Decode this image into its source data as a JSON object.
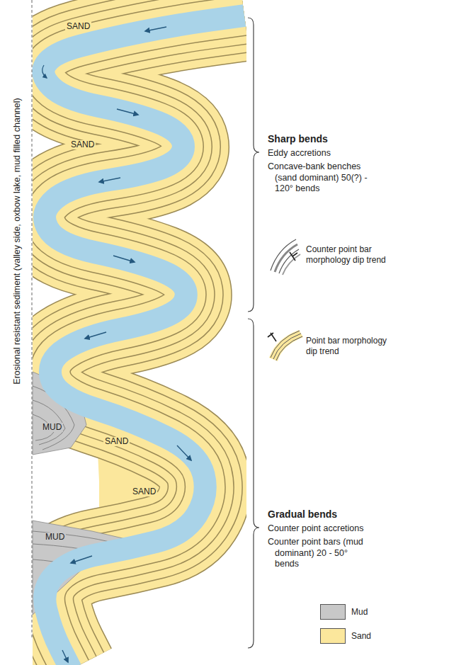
{
  "diagram": {
    "labels": [
      "SAND",
      "SAND",
      "MUD",
      "SAND",
      "MUD",
      "SAND",
      "Erosional resistant sediment (valley side, oxbow lake, mud filled channel)",
      "Sharp bends",
      "Eddy accretions",
      "Concave-bank benches (sand dominant) 50(?) - 120° bends",
      "Gradual bends",
      "Counter point accretions",
      "Counter point bars (mud dominant) 20 - 50° bends"
    ],
    "legend": [
      {
        "text": "Counter point bar morphology dip trend"
      },
      {
        "text": "Point bar morphology dip trend"
      },
      {
        "text": "Mud",
        "color": "#c8c8c8"
      },
      {
        "text": "Sand",
        "color": "#fbe79c"
      }
    ]
  }
}
